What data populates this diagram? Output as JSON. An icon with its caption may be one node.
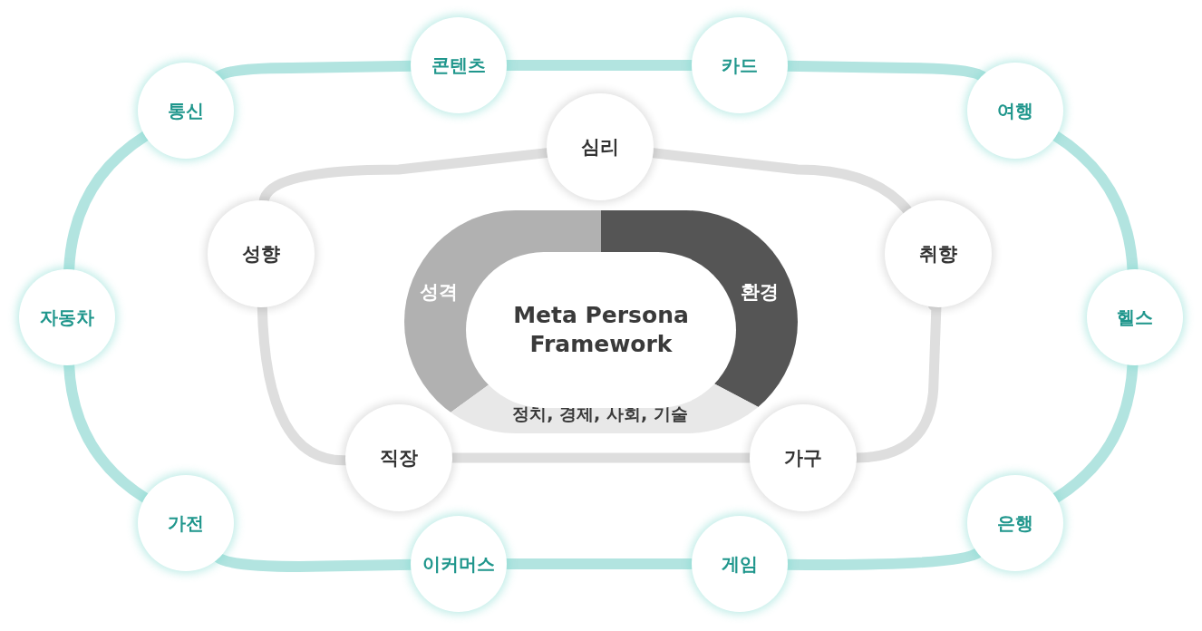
{
  "diagram": {
    "nodes": [
      {
        "text": [
          "통신"
        ]
      },
      {
        "text": [
          "콘텐츠"
        ]
      },
      {
        "text": [
          "카드"
        ]
      },
      {
        "text": [
          "여행"
        ]
      },
      {
        "text": [
          "헬스"
        ]
      },
      {
        "text": [
          "은행"
        ]
      },
      {
        "text": [
          "게임"
        ]
      },
      {
        "text": [
          "이커머스"
        ]
      },
      {
        "text": [
          "가전"
        ]
      },
      {
        "text": [
          "자동차"
        ]
      },
      {
        "text": [
          "심리"
        ]
      },
      {
        "text": [
          "성향"
        ]
      },
      {
        "text": [
          "직장"
        ]
      },
      {
        "text": [
          "가구"
        ]
      },
      {
        "text": [
          "취향"
        ]
      },
      {
        "text": [
          "성격"
        ]
      },
      {
        "text": [
          "환경"
        ]
      },
      {
        "text": [
          "정치, 경제, 사회, 기술"
        ]
      },
      {
        "text": [
          "Meta Persona Framework"
        ]
      }
    ],
    "edges": [
      {
        "from": 0,
        "to": 1,
        "arrow": "none"
      },
      {
        "from": 1,
        "to": 2,
        "arrow": "none"
      },
      {
        "from": 2,
        "to": 3,
        "arrow": "none"
      },
      {
        "from": 3,
        "to": 4,
        "arrow": "none"
      },
      {
        "from": 4,
        "to": 5,
        "arrow": "none"
      },
      {
        "from": 5,
        "to": 6,
        "arrow": "none"
      },
      {
        "from": 6,
        "to": 7,
        "arrow": "none"
      },
      {
        "from": 7,
        "to": 8,
        "arrow": "none"
      },
      {
        "from": 8,
        "to": 9,
        "arrow": "none"
      },
      {
        "from": 9,
        "to": 0,
        "arrow": "none"
      },
      {
        "from": 10,
        "to": 11,
        "arrow": "none",
        "color": "#dedede"
      },
      {
        "from": 11,
        "to": 12,
        "arrow": "none",
        "color": "#dedede"
      },
      {
        "from": 12,
        "to": 13,
        "arrow": "none",
        "color": "#dedede"
      },
      {
        "from": 13,
        "to": 14,
        "arrow": "none",
        "color": "#dedede"
      },
      {
        "from": 14,
        "to": 10,
        "arrow": "none",
        "color": "#dedede"
      }
    ]
  }
}
